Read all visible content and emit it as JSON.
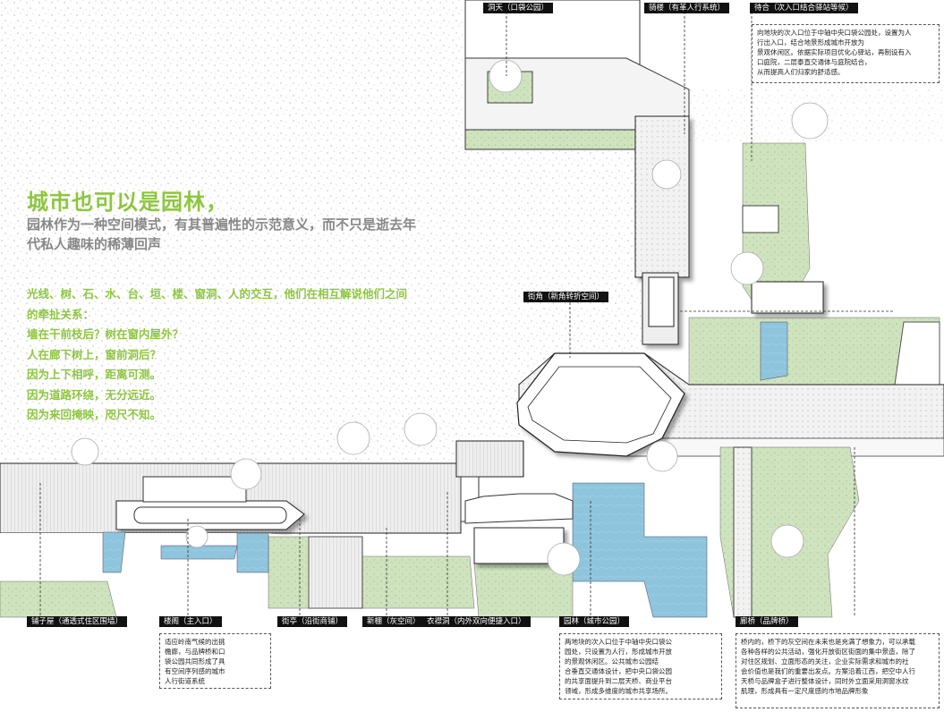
{
  "title": "城市也可以是园林，",
  "subtitle_lines": [
    "园林作为一种空间模式，有其普遍性的示范意义，而不只是逝去年",
    "代私人趣味的稀薄回声"
  ],
  "poem_lines": [
    "光线、树、石、水、台、垣、楼、窗洞、人的交互，他们在相互解说他们之间",
    "的牵扯关系：",
    "墙在干前枝后？树在窗内屋外？",
    "人在廊下树上，窗前洞后？",
    "因为上下相呼，距离可测。",
    "因为道路环绕，无分远近。",
    "因为来回掩映，咫尺不知。"
  ],
  "labels": {
    "dongtian": "洞天（口袋公园）",
    "qilou": "骑楼（有革人行系统）",
    "daihe": "待合（次入口结合驿站等候）",
    "jiejiao": "街角（新角转折空间）",
    "fuzi": "铺子屋（通透式住区围墙）",
    "louge": "楼阁（主入口）",
    "jieting": "街亭（沿街商铺）",
    "xinpeng": "新棚（灰空间）",
    "yishan": "衣襟洞（内外双向便捷入口）",
    "yuanlin": "园林（城市公园）",
    "langqiao": "廊桥（品牌桥）"
  },
  "notes": {
    "daihe": [
      "向地块的次入口位于中轴中央口袋公园处，设置为人",
      "行出入口，结合地景形成城市开放为",
      "景观休闲区。依据实际项目优化心驿站，再制设有入",
      "口庭院，二层泰直交通体与庭院结合，",
      "从而提高人们归家的舒适感。"
    ],
    "louge": [
      "适应岭南气候的出挑",
      "檐廊，与品牌桥和口",
      "袋公园共同形成了具",
      "有空间序列感的城市",
      "人行街道系统"
    ],
    "yuanlin": [
      "两地块的次入口位于中轴中央口袋公",
      "园处，只设置为人行，形成城市开放",
      "的景观休闲区。公共城市公园结",
      "合垂直交通体设计，把中央口袋公园",
      "的共享面提升到二层天桥、商业平台",
      "领域，形成多维度的城市共享场所。"
    ],
    "langqiao": [
      "桥内的，桥下的灰空间在未来也是充满了想象力，可以承载",
      "各种各样的公共活动，强化开放街区街面的集中景造，除了",
      "对住区规划、立面形态的关注，企业实际需求和城市的社",
      "会价值也是我们的重要出发点。方案沿着江西，把空中人行",
      "天桥与品牌盒子进行整体设计，同时外立面采用洞窗水纹",
      "肌理，形成具有一定尺度感的市地品牌形象"
    ]
  },
  "colors": {
    "accent_green": "#8dc63f",
    "water_blue": "#8ec5dd",
    "grass_green": "#cfe3bf"
  }
}
